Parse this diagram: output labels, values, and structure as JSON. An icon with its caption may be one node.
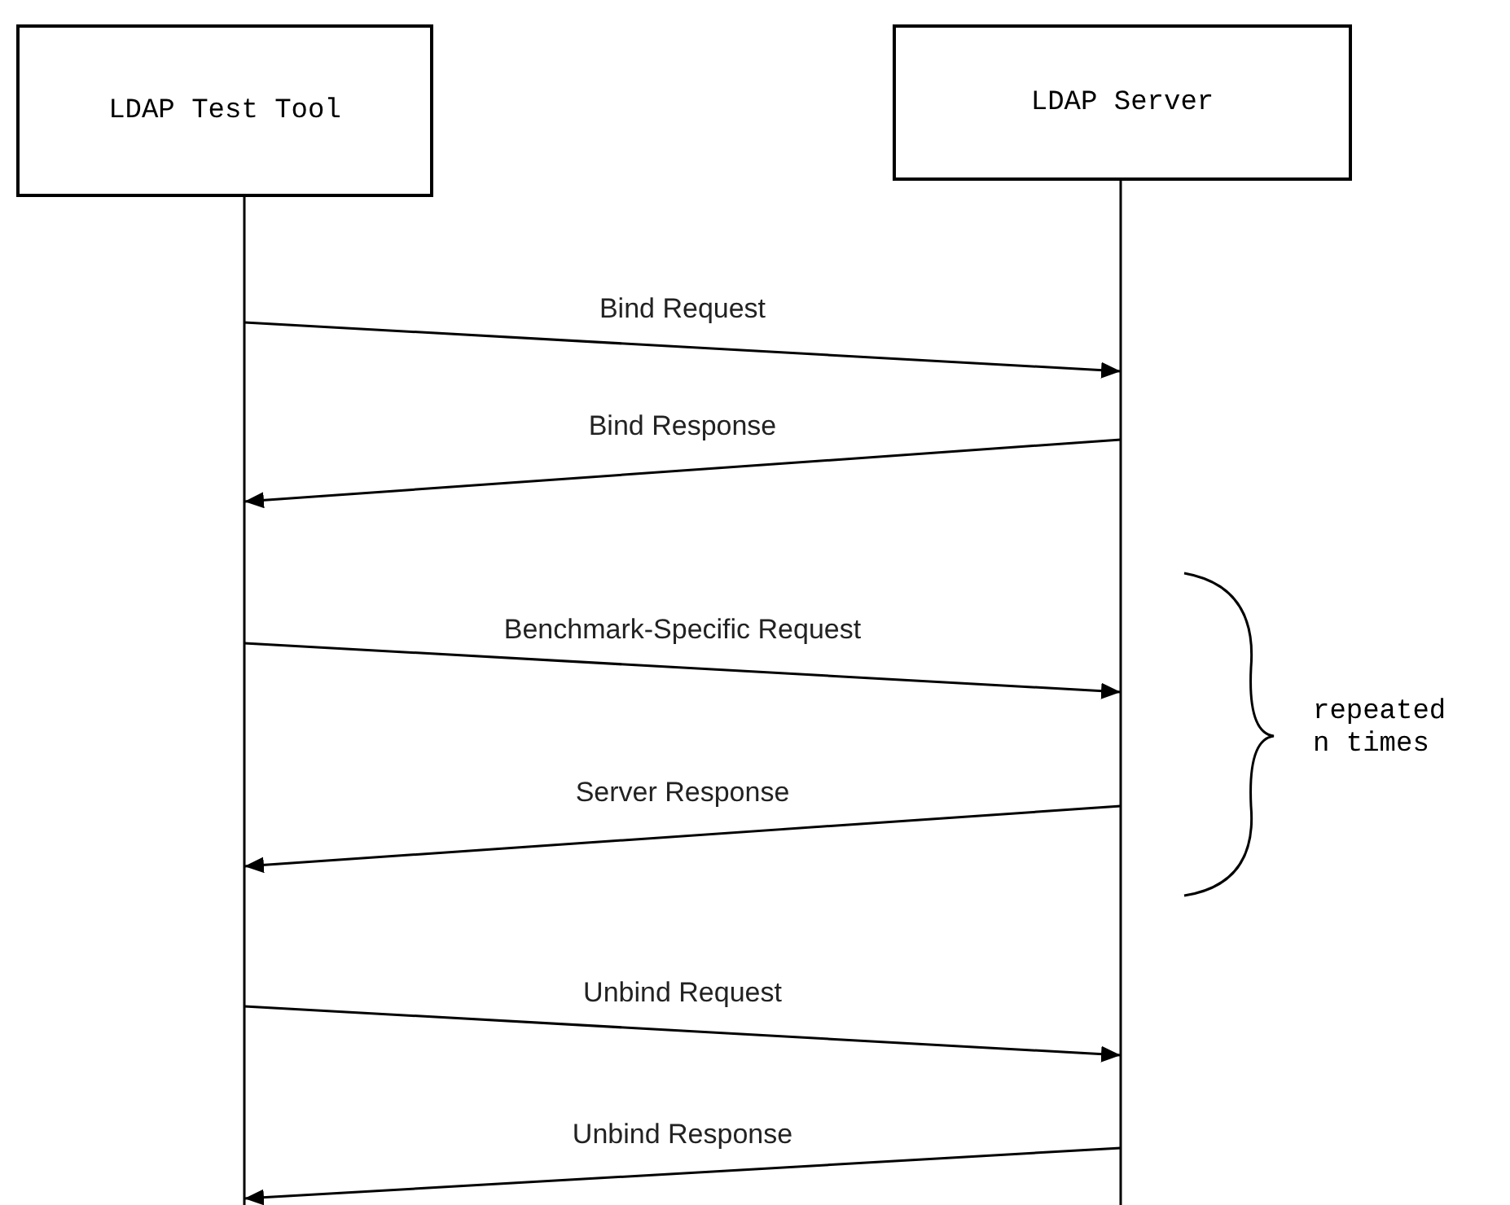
{
  "diagram": {
    "nodes": [
      {
        "text": [
          "LDAP Test Tool"
        ]
      },
      {
        "text": [
          "LDAP Server"
        ]
      }
    ],
    "edges": [
      {
        "from": 0,
        "to": 1,
        "arrow": "to",
        "label": "Bind Request"
      },
      {
        "from": 1,
        "to": 0,
        "arrow": "to",
        "label": "Bind Response"
      },
      {
        "from": 0,
        "to": 1,
        "arrow": "to",
        "label": "Benchmark-Specific Request"
      },
      {
        "from": 1,
        "to": 0,
        "arrow": "to",
        "label": "Server Response"
      },
      {
        "from": 0,
        "to": 1,
        "arrow": "to",
        "label": "Unbind Request"
      },
      {
        "from": 1,
        "to": 0,
        "arrow": "to",
        "label": "Unbind Response"
      }
    ],
    "labels": [
      "repeated n times"
    ]
  }
}
